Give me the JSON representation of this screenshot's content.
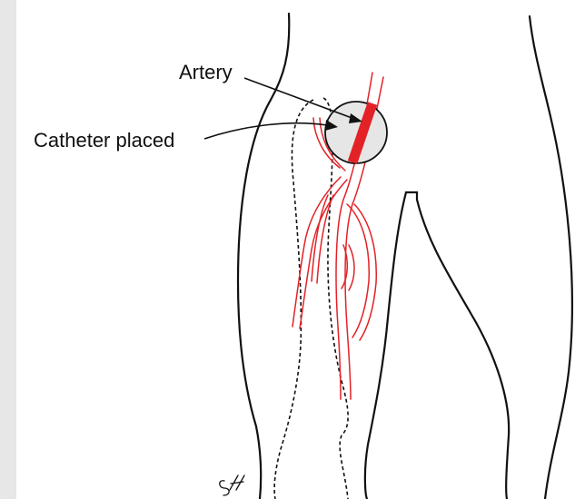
{
  "labels": {
    "artery": "Artery",
    "catheter": "Catheter placed"
  },
  "colors": {
    "vessel": "#e32227",
    "outline": "#111111",
    "magnifier_fill": "#e6e6e6",
    "sidebar": "#e7e7e7"
  },
  "icons": {
    "signature": "artist-initials-signature"
  }
}
